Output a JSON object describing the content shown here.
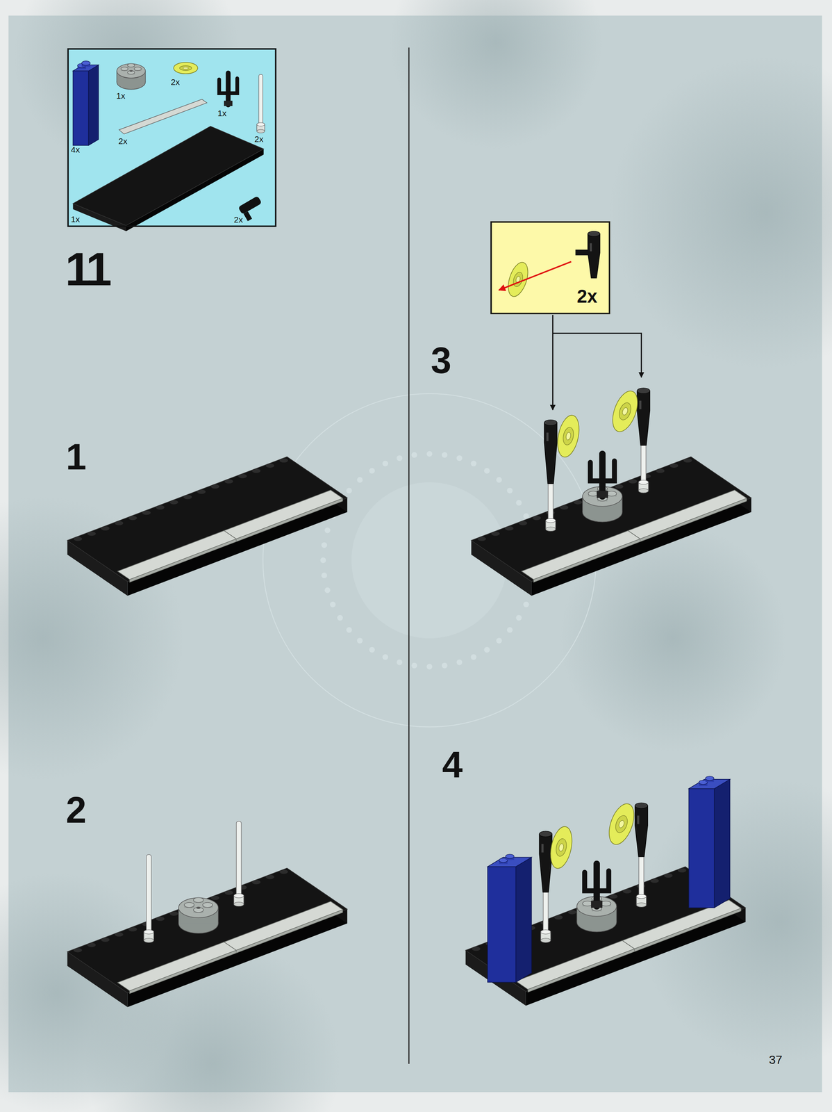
{
  "diagram": {
    "nodes": [
      {
        "text": [
          "2x",
          "1x",
          "1x",
          "2x",
          "2x",
          "4x",
          "1x",
          "2x"
        ]
      },
      {
        "text": [
          "2x"
        ]
      }
    ],
    "labels": [
      "11",
      "1",
      "2",
      "3",
      "4",
      "37"
    ]
  }
}
